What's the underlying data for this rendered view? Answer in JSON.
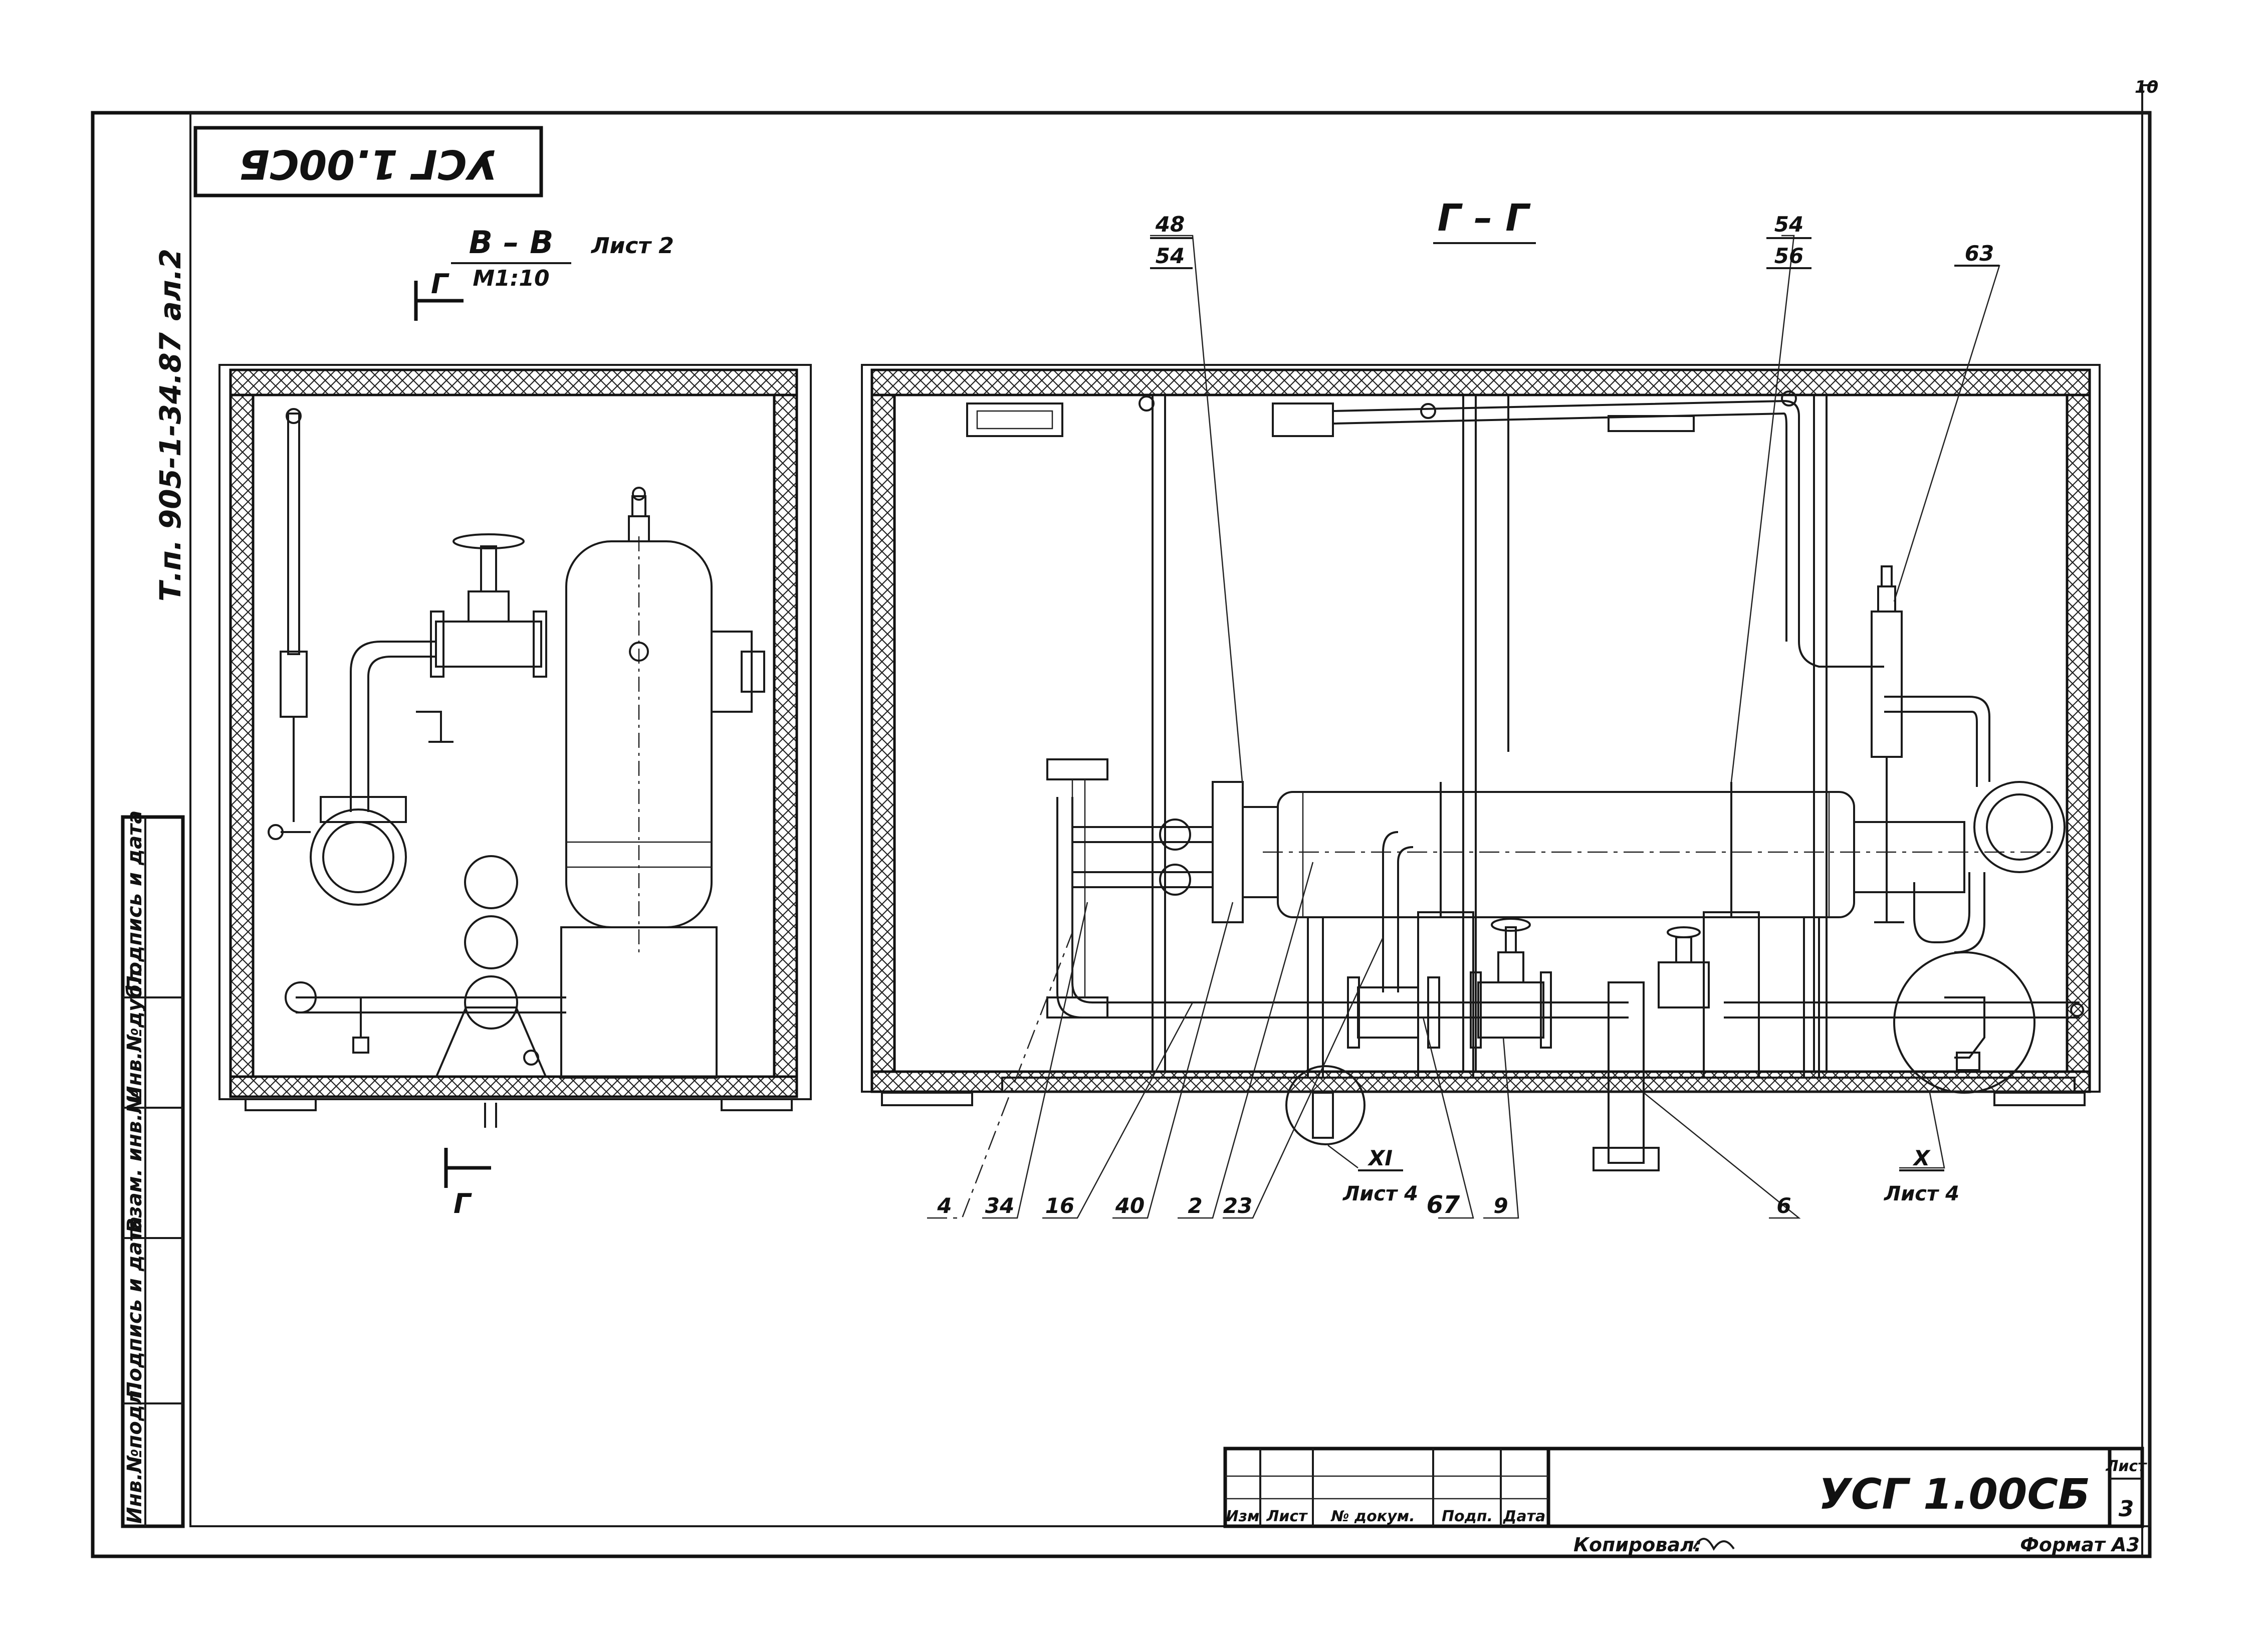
{
  "sheet_marker": "10",
  "rotated_code": "УСГ 1.00СБ",
  "album_ref": "Т.п. 905-1-34.87",
  "album_part": "ал.2",
  "section_left": {
    "title": "В – В",
    "scale": "М1:10",
    "sheet_ref": "Лист 2",
    "cut_mark_top": "Г",
    "cut_mark_bottom": "Г"
  },
  "section_right": {
    "title": "Г – Г"
  },
  "callouts_top": [
    {
      "id": "c48",
      "text": "48"
    },
    {
      "id": "c54a",
      "text": "54"
    },
    {
      "id": "c54b",
      "text": "54"
    },
    {
      "id": "c56",
      "text": "56"
    },
    {
      "id": "c63",
      "text": "63"
    }
  ],
  "callouts_bottom": [
    {
      "id": "c4",
      "text": "4"
    },
    {
      "id": "c34",
      "text": "34"
    },
    {
      "id": "c16",
      "text": "16"
    },
    {
      "id": "c40",
      "text": "40"
    },
    {
      "id": "c2",
      "text": "2"
    },
    {
      "id": "c23",
      "text": "23"
    },
    {
      "id": "c67",
      "text": "67"
    },
    {
      "id": "c9",
      "text": "9"
    },
    {
      "id": "c6",
      "text": "6"
    }
  ],
  "detail_refs": [
    {
      "id": "xi",
      "mark": "XI",
      "sheet": "Лист 4"
    },
    {
      "id": "x",
      "mark": "X",
      "sheet": "Лист 4"
    }
  ],
  "side_stamp": [
    "Инв.№подл.",
    "Подпись и дата",
    "Взам. инв.№",
    "Инв.№дубл.",
    "Подпись и дата"
  ],
  "title_block": {
    "headers": [
      "Изм",
      "Лист",
      "№ докум.",
      "Подп.",
      "Дата"
    ],
    "code": "УСГ 1.00СБ",
    "sheet_label": "Лист",
    "sheet_number": "3",
    "copied": "Копировал:",
    "format": "Формат А3"
  }
}
